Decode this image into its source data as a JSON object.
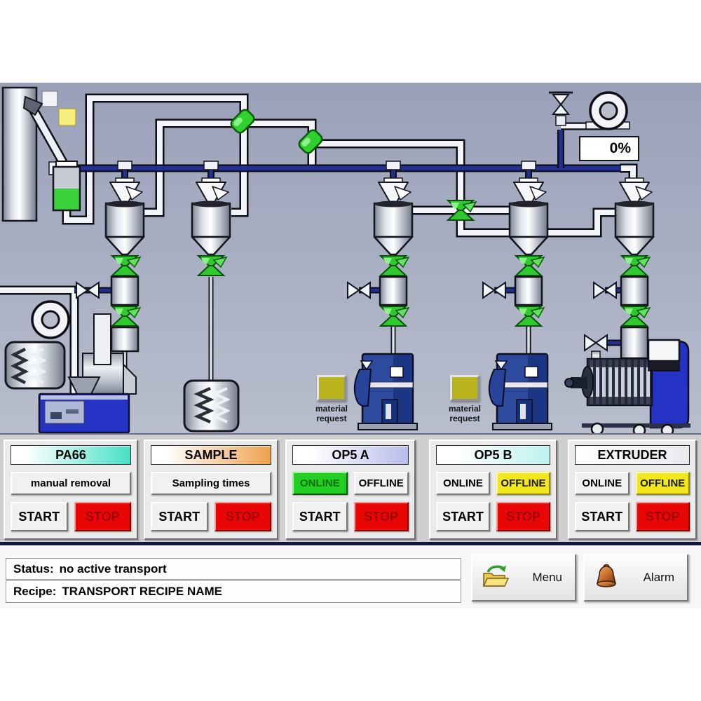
{
  "colors": {
    "process_background": "#a9aec3",
    "pipe_blue": "#223093",
    "valve_green": "#2fc92f",
    "stop_red": "#e90606",
    "online_green": "#24cf24",
    "offline_yellow": "#f2e71c",
    "material_request_yellow": "#b9b41e"
  },
  "process": {
    "flow_indicator": "0%",
    "material_request_buttons": [
      {
        "station": "OP5 A",
        "label_line1": "material",
        "label_line2": "request"
      },
      {
        "station": "OP5 B",
        "label_line1": "material",
        "label_line2": "request"
      }
    ],
    "equipment_icons": [
      "silo",
      "suction-lance",
      "level-vessel",
      "blower",
      "receiver-hopper",
      "green-valve",
      "butterfly-valve",
      "sample-bin",
      "granulator",
      "dryer-unit",
      "extruder-machine"
    ]
  },
  "stations": [
    {
      "title": "PA66",
      "aux_button": "manual removal",
      "start": "START",
      "stop": "STOP"
    },
    {
      "title": "SAMPLE",
      "aux_button": "Sampling times",
      "start": "START",
      "stop": "STOP"
    },
    {
      "title": "OP5 A",
      "online": "ONLINE",
      "offline": "OFFLINE",
      "active_mode": "online",
      "start": "START",
      "stop": "STOP"
    },
    {
      "title": "OP5 B",
      "online": "ONLINE",
      "offline": "OFFLINE",
      "active_mode": "offline",
      "start": "START",
      "stop": "STOP"
    },
    {
      "title": "EXTRUDER",
      "online": "ONLINE",
      "offline": "OFFLINE",
      "active_mode": "offline",
      "start": "START",
      "stop": "STOP"
    }
  ],
  "status_bar": {
    "status_label": "Status:",
    "status_value": "no active transport",
    "recipe_label": "Recipe:",
    "recipe_value": "TRANSPORT RECIPE NAME"
  },
  "nav": {
    "menu_label": "Menu",
    "menu_icon": "folder-icon",
    "alarm_label": "Alarm",
    "alarm_icon": "bell-icon"
  }
}
